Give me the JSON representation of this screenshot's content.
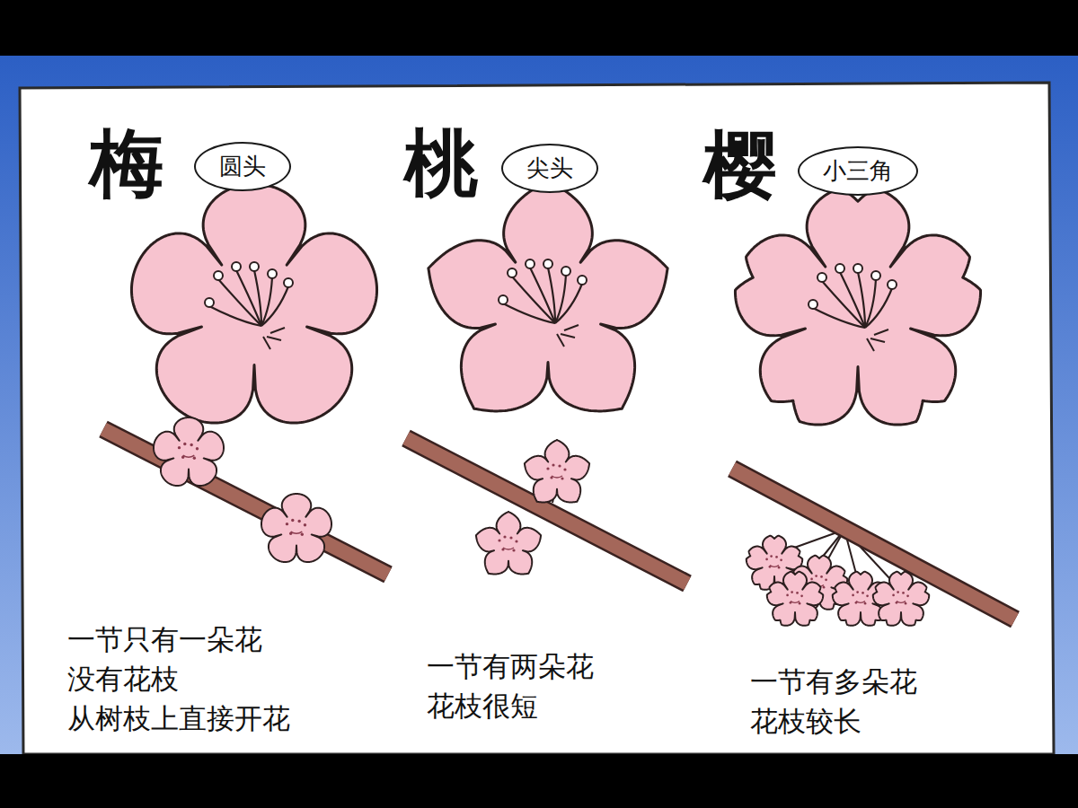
{
  "diagram": {
    "nodes": [
      {
        "text": [
          "圆头"
        ]
      },
      {
        "text": [
          "尖头"
        ]
      },
      {
        "text": [
          "小三角"
        ]
      }
    ],
    "labels": [
      "梅",
      "桃",
      "樱",
      "一节只有一朵花 没有花枝 从树枝上直接开花",
      "一节有两朵花 花枝很短",
      "一节有多朵花 花枝较长"
    ]
  }
}
